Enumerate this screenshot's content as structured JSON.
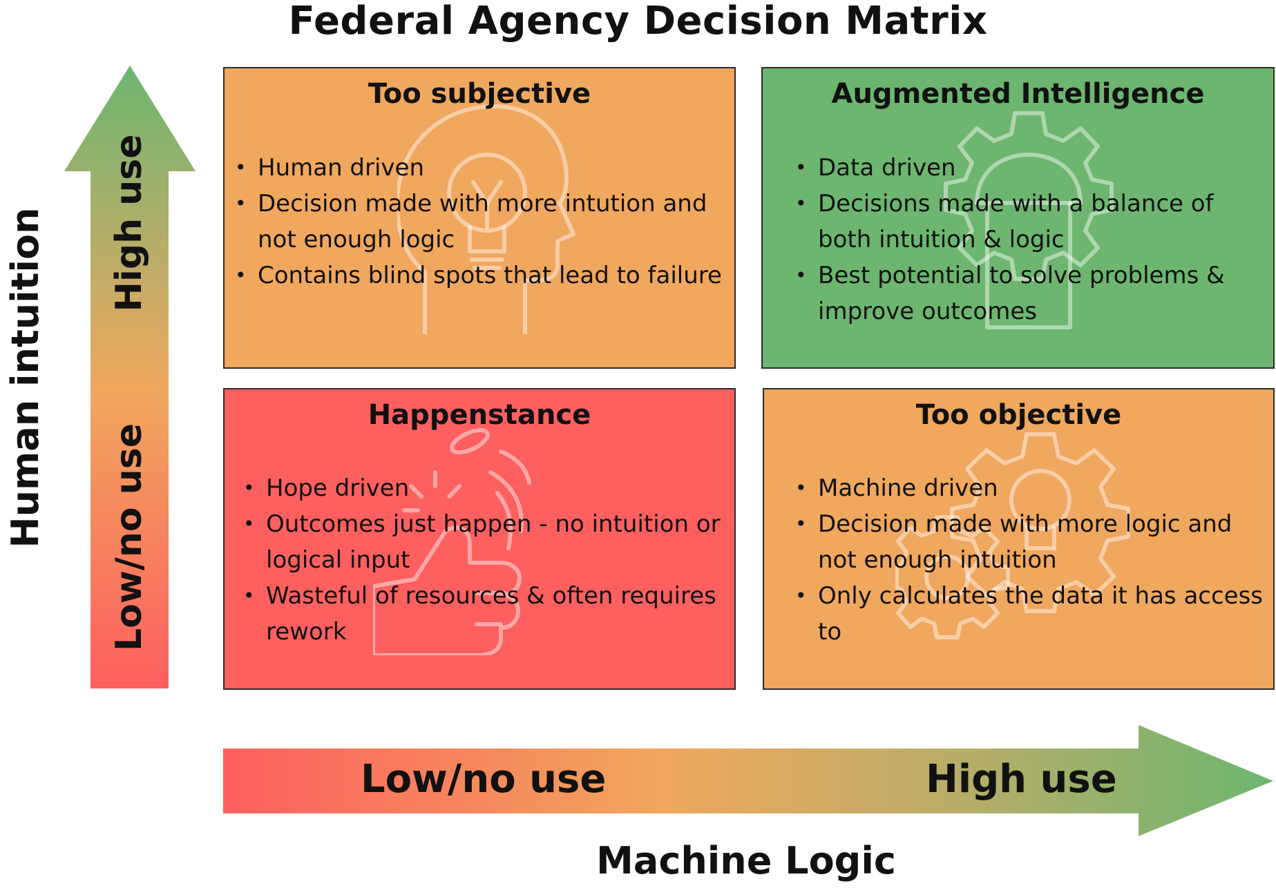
{
  "title": "Federal Agency Decision Matrix",
  "colors": {
    "red": "#fe5f5f",
    "orange": "#f0a75e",
    "green": "#6cb670",
    "border": "#2b2b2b"
  },
  "y_axis": {
    "label": "Human intuition",
    "low_label": "Low/no use",
    "high_label": "High use"
  },
  "x_axis": {
    "label": "Machine Logic",
    "low_label": "Low/no use",
    "high_label": "High use"
  },
  "quadrants": {
    "top_left": {
      "title": "Too subjective",
      "color": "#f0a75e",
      "icon": "head-lightbulb-icon",
      "bullets": [
        "Human driven",
        "Decision made with more intution and not enough logic",
        "Contains blind spots that lead to failure"
      ]
    },
    "top_right": {
      "title": "Augmented Intelligence",
      "color": "#6cb670",
      "icon": "gear-head-icon",
      "bullets": [
        "Data driven",
        "Decisions made with a balance of both intuition & logic",
        "Best potential to solve problems & improve outcomes"
      ]
    },
    "bottom_left": {
      "title": "Happenstance",
      "color": "#fe5f5f",
      "icon": "hand-coin-flip-icon",
      "bullets": [
        "Hope driven",
        "Outcomes just happen - no intuition or logical input",
        "Wasteful of resources & often requires rework"
      ]
    },
    "bottom_right": {
      "title": "Too objective",
      "color": "#f0a75e",
      "icon": "gear-lightbulb-icon",
      "bullets": [
        "Machine driven",
        "Decision made with more logic and not enough intuition",
        "Only calculates the data it has access to"
      ]
    }
  }
}
